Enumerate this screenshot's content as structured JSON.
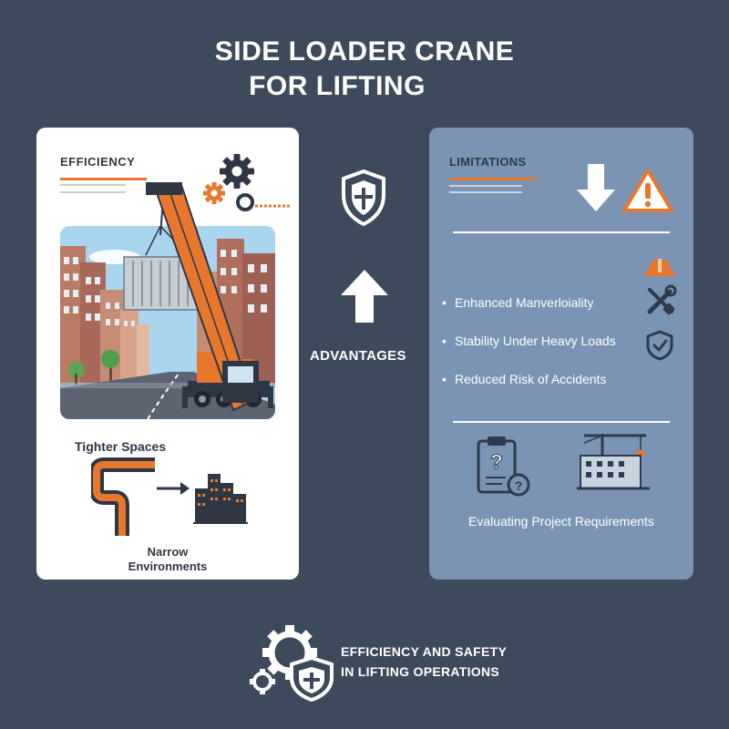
{
  "title": {
    "line1": "SIDE LOADER CRANE",
    "line2": "FOR LIFTING"
  },
  "left_card": {
    "label": "EFFICIENCY",
    "tighter": "Tighter Spaces",
    "narrow_line1": "Narrow",
    "narrow_line2": "Environments"
  },
  "center": {
    "advantages": "ADVANTAGES"
  },
  "right_card": {
    "label": "LIMITATIONS",
    "items": [
      {
        "label": "Enhanced Manverloiality"
      },
      {
        "label": "Stability Under Heavy Loads"
      },
      {
        "label": "Reduced Risk of Accidents"
      }
    ],
    "evaluating": "Evaluating Project Requirements"
  },
  "footer": {
    "line1": "EFFICIENCY AND SAFETY",
    "line2": "IN LIFTING OPERATIONS"
  },
  "icons": {
    "gears": "gears-icon",
    "shield": "shield-icon",
    "arrow_up": "arrow-up-icon",
    "arrow_down": "arrow-down-icon",
    "warning": "warning-icon",
    "hard_hat": "hard-hat-icon",
    "tools": "wrench-screwdriver-icon",
    "check_shield": "shield-check-icon",
    "clipboard": "clipboard-question-icon",
    "construction": "construction-site-icon",
    "buildings": "city-buildings-icon",
    "pipe": "bent-pipe-icon"
  },
  "colors": {
    "background": "#3d4a5c",
    "accent": "#e8772e",
    "left_card": "#ffffff",
    "right_card": "#7b94b3",
    "dark_text": "#2f3744"
  }
}
